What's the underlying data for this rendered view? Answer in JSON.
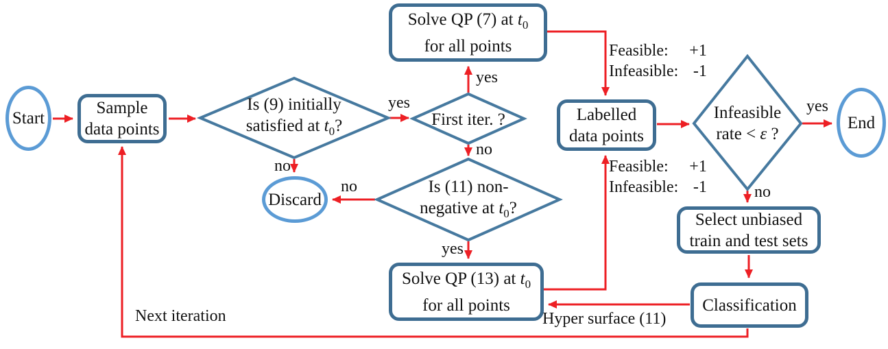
{
  "title": "Sampling and classification flowchart",
  "colors": {
    "box_stroke": "#3e6d92",
    "diamond_stroke": "#46799f",
    "terminal_stroke": "#5b9bd5",
    "arrow": "#ed1f24",
    "text": "#111111"
  },
  "nodes": {
    "start": {
      "label": "Start"
    },
    "sample": {
      "line1": "Sample",
      "line2": "data points"
    },
    "cond_initial": {
      "line1": "Is (9) initially",
      "line2_pre": "satisfied at ",
      "var": "t",
      "sub": "0",
      "post": "?"
    },
    "first_iter": {
      "label": "First iter. ?"
    },
    "solve_qp7": {
      "line1_pre": "Solve QP (7) at ",
      "var": "t",
      "sub": "0",
      "line2": "for all points"
    },
    "discard": {
      "label": "Discard"
    },
    "cond_nonneg": {
      "line1": "Is (11) non-",
      "line2_pre": "negative at ",
      "var": "t",
      "sub": "0",
      "post": "?"
    },
    "solve_qp13": {
      "line1_pre": "Solve QP (13) at ",
      "var": "t",
      "sub": "0",
      "line2": "for all points"
    },
    "labelled": {
      "line1": "Labelled",
      "line2": "data points"
    },
    "cond_rate": {
      "line1": "Infeasible",
      "line2_pre": "rate < ",
      "var": "ε",
      "post": " ?"
    },
    "select": {
      "line1": "Select unbiased",
      "line2": "train and test sets"
    },
    "classification": {
      "label": "Classification"
    },
    "end": {
      "label": "End"
    }
  },
  "edge_labels": {
    "yes1": "yes",
    "no1": "no",
    "yes2": "yes",
    "no2": "no",
    "no3": "no",
    "yes3": "yes",
    "yes4": "yes",
    "no4": "no",
    "feasible_top": {
      "row1_label": "Feasible:",
      "row1_value": "+1",
      "row2_label": "Infeasible:",
      "row2_value": "-1"
    },
    "feasible_bottom": {
      "row1_label": "Feasible:",
      "row1_value": "+1",
      "row2_label": "Infeasible:",
      "row2_value": "-1"
    },
    "hyper_surface": "Hyper surface (11)",
    "next_iteration": "Next iteration"
  }
}
